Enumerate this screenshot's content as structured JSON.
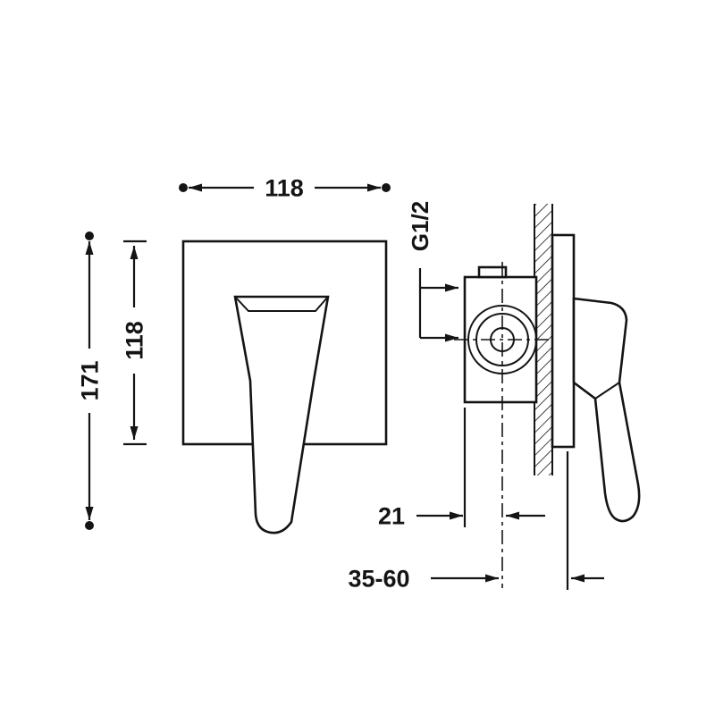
{
  "canvas": {
    "background": "#ffffff",
    "ink": "#141414"
  },
  "drawing": {
    "dimensions": {
      "plate_width": "118",
      "plate_height": "118",
      "overall_height": "171",
      "thread": "G1/2",
      "depth_offset": "21",
      "installation_depth_range": "35-60"
    }
  }
}
